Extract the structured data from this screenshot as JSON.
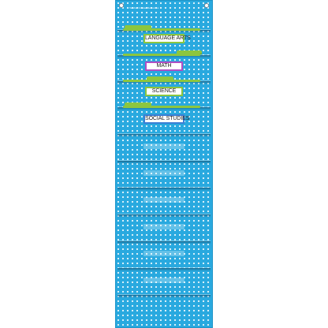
{
  "header": {
    "brand_text": "Teacher Created Resources"
  },
  "cards": [
    {
      "label": "LANGUAGE ARTS",
      "border_color": "#8cc63f"
    },
    {
      "label": "MATH",
      "border_color": "#b04fc4"
    },
    {
      "label": "SCIENCE",
      "border_color": "#8cc63f"
    },
    {
      "label": "SOCIAL STUDIES",
      "border_color": "#3a7fd5"
    }
  ],
  "colors": {
    "chart_background": "#29a9df",
    "polka_dot": "#ffffff",
    "folder_green": "#8cc63f"
  }
}
